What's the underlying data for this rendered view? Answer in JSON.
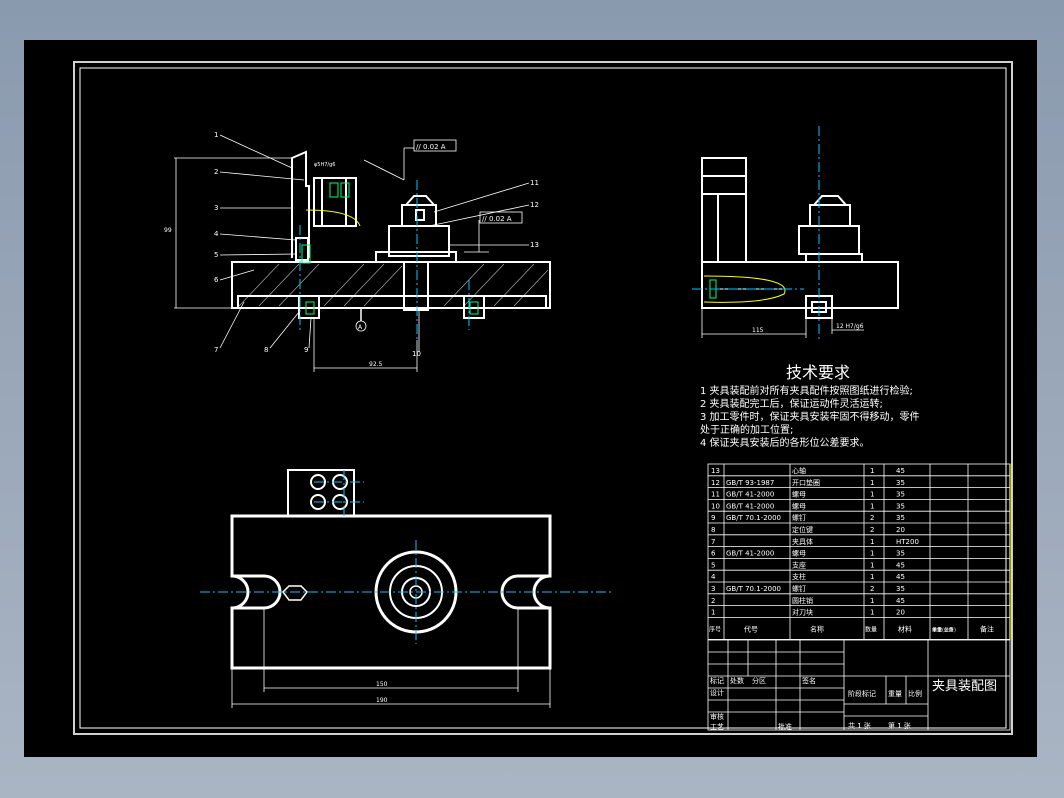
{
  "drawing": {
    "callouts_front": [
      "1",
      "2",
      "3",
      "4",
      "5",
      "6",
      "7",
      "8",
      "9",
      "10",
      "11",
      "12",
      "13"
    ],
    "dim_front_height": "99",
    "dim_front_width": "92.5",
    "dim_front_dia": "φ5H7/g6",
    "datum_label": "A",
    "tol_frame_1": "// 0.02 A",
    "tol_frame_2": "// 0.02 A",
    "dim_side_width": "115",
    "dim_side_slot": "12 H7/g6",
    "dim_plan_inner": "150",
    "dim_plan_outer": "190"
  },
  "tech_req": {
    "title": "技术要求",
    "lines": [
      "1  夹具装配前对所有夹具配件按照图纸进行检验;",
      "2  夹具装配完工后，保证运动件灵活运转;",
      "3  加工零件时，保证夹具安装牢固不得移动，零件",
      "    处于正确的加工位置;",
      "4  保证夹具安装后的各形位公差要求。"
    ]
  },
  "bom": {
    "rows": [
      [
        "13",
        "",
        "心轴",
        "1",
        "45",
        ""
      ],
      [
        "12",
        "GB/T 93-1987",
        "开口垫圈",
        "1",
        "35",
        ""
      ],
      [
        "11",
        "GB/T 41-2000",
        "螺母",
        "1",
        "35",
        ""
      ],
      [
        "10",
        "GB/T 41-2000",
        "螺母",
        "1",
        "35",
        ""
      ],
      [
        "9",
        "GB/T 70.1-2000",
        "螺钉",
        "2",
        "35",
        ""
      ],
      [
        "8",
        "",
        "定位键",
        "2",
        "20",
        ""
      ],
      [
        "7",
        "",
        "夹具体",
        "1",
        "HT200",
        ""
      ],
      [
        "6",
        "GB/T 41-2000",
        "螺母",
        "1",
        "35",
        ""
      ],
      [
        "5",
        "",
        "支座",
        "1",
        "45",
        ""
      ],
      [
        "4",
        "",
        "支柱",
        "1",
        "45",
        ""
      ],
      [
        "3",
        "GB/T 70.1-2000",
        "螺钉",
        "2",
        "35",
        ""
      ],
      [
        "2",
        "",
        "圆柱销",
        "1",
        "45",
        ""
      ],
      [
        "1",
        "",
        "对刀块",
        "1",
        "20",
        ""
      ]
    ],
    "header": {
      "no": "序号",
      "code": "代号",
      "name": "名称",
      "qty": "数量",
      "material": "材料",
      "weight": "单重 总重",
      "weight_unit": "重量(公斤)",
      "remark": "备注"
    }
  },
  "title_block": {
    "title": "夹具装配图",
    "mark_col": "标记",
    "count_col": "处数",
    "zone_col": "分区",
    "sign_col": "签名",
    "design": "设计",
    "review": "审核",
    "process": "工艺",
    "approve": "批准",
    "stage": "阶段标记",
    "weight": "重量",
    "scale": "比例",
    "sheets": "共  1  张",
    "sheet_no": "第  1  张"
  },
  "colors": {
    "background": "#000000",
    "line": "#ffffff",
    "center": "#00c8ff",
    "accent": "#ffff00",
    "green": "#00ff66"
  }
}
